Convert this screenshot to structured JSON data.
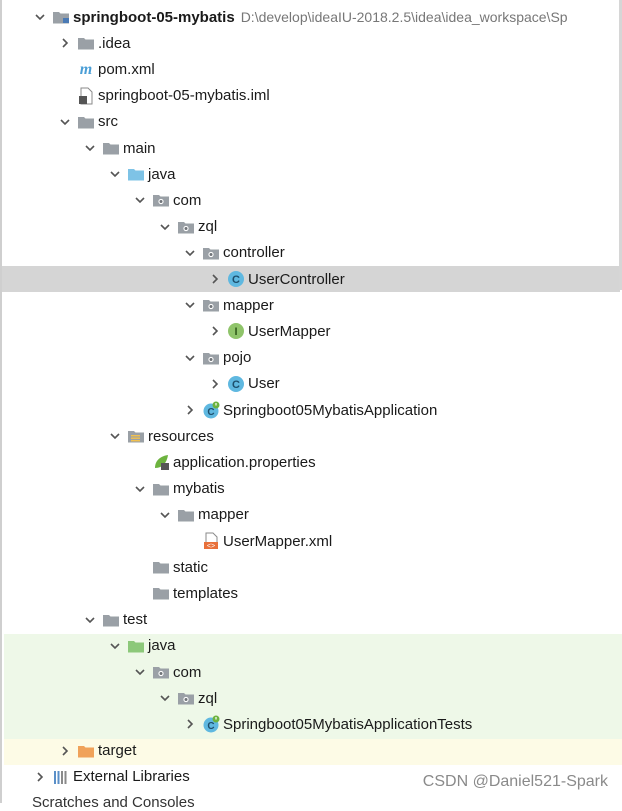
{
  "tree": {
    "rows": [
      {
        "label": "springboot-05-mybatis",
        "path": "D:\\develop\\ideaIU-2018.2.5\\idea\\idea_workspace\\Sp",
        "depth": 0,
        "chev": "down",
        "icon": "module-folder-icon",
        "bold": true
      },
      {
        "label": ".idea",
        "depth": 1,
        "chev": "right",
        "icon": "folder-icon"
      },
      {
        "label": "pom.xml",
        "depth": 1,
        "chev": "none",
        "icon": "maven-icon"
      },
      {
        "label": "springboot-05-mybatis.iml",
        "depth": 1,
        "chev": "none",
        "icon": "iml-file-icon"
      },
      {
        "label": "src",
        "depth": 1,
        "chev": "down",
        "icon": "folder-icon"
      },
      {
        "label": "main",
        "depth": 2,
        "chev": "down",
        "icon": "folder-icon"
      },
      {
        "label": "java",
        "depth": 3,
        "chev": "down",
        "icon": "source-folder-icon"
      },
      {
        "label": "com",
        "depth": 4,
        "chev": "down",
        "icon": "package-icon"
      },
      {
        "label": "zql",
        "depth": 5,
        "chev": "down",
        "icon": "package-icon"
      },
      {
        "label": "controller",
        "depth": 6,
        "chev": "down",
        "icon": "package-icon"
      },
      {
        "label": "UserController",
        "depth": 7,
        "chev": "right",
        "icon": "class-icon",
        "selected": true
      },
      {
        "label": "mapper",
        "depth": 6,
        "chev": "down",
        "icon": "package-icon"
      },
      {
        "label": "UserMapper",
        "depth": 7,
        "chev": "right",
        "icon": "interface-icon"
      },
      {
        "label": "pojo",
        "depth": 6,
        "chev": "down",
        "icon": "package-icon"
      },
      {
        "label": "User",
        "depth": 7,
        "chev": "right",
        "icon": "class-icon"
      },
      {
        "label": "Springboot05MybatisApplication",
        "depth": 6,
        "chev": "right",
        "icon": "spring-boot-class-icon"
      },
      {
        "label": "resources",
        "depth": 3,
        "chev": "down",
        "icon": "resources-folder-icon"
      },
      {
        "label": "application.properties",
        "depth": 4,
        "chev": "none",
        "icon": "spring-properties-icon"
      },
      {
        "label": "mybatis",
        "depth": 4,
        "chev": "down",
        "icon": "folder-icon"
      },
      {
        "label": "mapper",
        "depth": 5,
        "chev": "down",
        "icon": "folder-icon"
      },
      {
        "label": "UserMapper.xml",
        "depth": 6,
        "chev": "none",
        "icon": "xml-file-icon"
      },
      {
        "label": "static",
        "depth": 4,
        "chev": "none",
        "icon": "folder-icon"
      },
      {
        "label": "templates",
        "depth": 4,
        "chev": "none",
        "icon": "folder-icon"
      },
      {
        "label": "test",
        "depth": 2,
        "chev": "down",
        "icon": "folder-icon"
      },
      {
        "label": "java",
        "depth": 3,
        "chev": "down",
        "icon": "test-source-folder-icon"
      },
      {
        "label": "com",
        "depth": 4,
        "chev": "down",
        "icon": "package-icon"
      },
      {
        "label": "zql",
        "depth": 5,
        "chev": "down",
        "icon": "package-icon"
      },
      {
        "label": "Springboot05MybatisApplicationTests",
        "depth": 6,
        "chev": "right",
        "icon": "spring-boot-class-icon"
      },
      {
        "label": "target",
        "depth": 1,
        "chev": "right",
        "icon": "excluded-folder-icon"
      },
      {
        "label": "External Libraries",
        "depth": 0,
        "chev": "right",
        "icon": "libraries-icon"
      }
    ],
    "partial_last_row": "Scratches and Consoles"
  },
  "colors": {
    "selected_row": "#d5d5d5",
    "test_band": "#eef8e8",
    "excluded_band": "#fdfbe6",
    "folder": "#9aa0a6",
    "source_folder": "#7ec3e6",
    "test_folder": "#8cc87a",
    "excluded_folder": "#f0a25a",
    "class_icon": "#5fb8e0",
    "interface_icon": "#8fc46a",
    "maven": "#4a9ed6"
  },
  "watermark": "CSDN @Daniel521-Spark"
}
